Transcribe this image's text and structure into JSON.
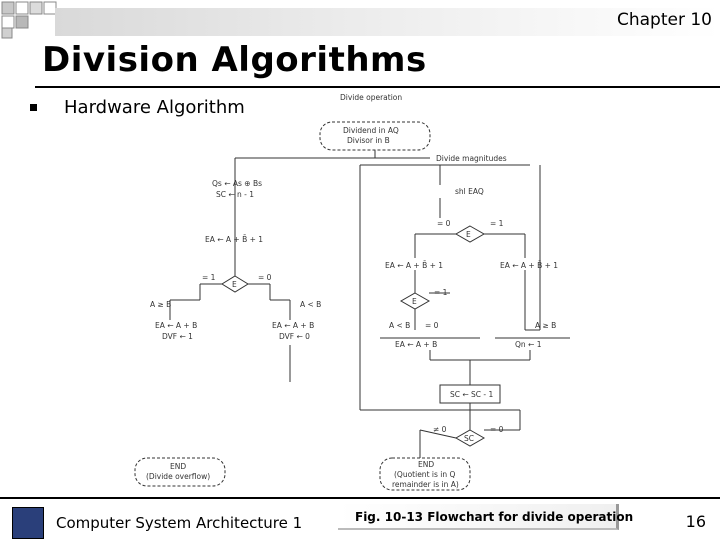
{
  "header": {
    "chapter": "Chapter 10",
    "title": "Division Algorithms"
  },
  "bullets": [
    {
      "text": "Hardware Algorithm"
    }
  ],
  "flowchart": {
    "divide_operation": "Divide operation",
    "start_line1": "Dividend in AQ",
    "start_line2": "Divisor in B",
    "divide_magnitudes": "Divide magnitudes",
    "left_init_line1": "Qs ← As ⊕ Bs",
    "left_init_line2": "SC ← n - 1",
    "shl": "shl EAQ",
    "eq0": "= 0",
    "eq1": "= 1",
    "e_label": "E",
    "left_sub": "EA ← A + B̄ + 1",
    "e_neg1": "= 1",
    "e_zero": "= 0",
    "e_label2": "E",
    "a_ge_b": "A ≥ B",
    "a_lt_b": "A < B",
    "left_ov1_line1": "EA ← A + B",
    "left_ov1_line2": "DVF ← 1",
    "left_ov0_line1": "EA ← A + B",
    "left_ov0_line2": "DVF ← 0",
    "mid_sub": "EA ← A + B̄ + 1",
    "right_sub": "EA ← A + B̄ + 1",
    "e_label3": "E",
    "eq1_b": "= 1",
    "a_lt_b2": "A < B",
    "eq0_b": "= 0",
    "a_ge_b2": "A ≥ B",
    "restore": "EA ← A + B",
    "qn": "Qn ← 1",
    "sc_dec": "SC ← SC - 1",
    "sc_eq0": "≠ 0",
    "sc_eq0b": "= 0",
    "sc_label": "SC",
    "end_left_line1": "END",
    "end_left_line2": "(Divide overflow)",
    "end_right_line1": "END",
    "end_right_line2": "(Quotient is in Q",
    "end_right_line3": "remainder is in A)"
  },
  "footer": {
    "course": "Computer System Architecture 1",
    "caption": "Fig. 10-13 Flowchart for divide operation",
    "page": "16"
  },
  "colors": {
    "band_start": "#d9d9d9",
    "logo": "#2a3f7a"
  }
}
